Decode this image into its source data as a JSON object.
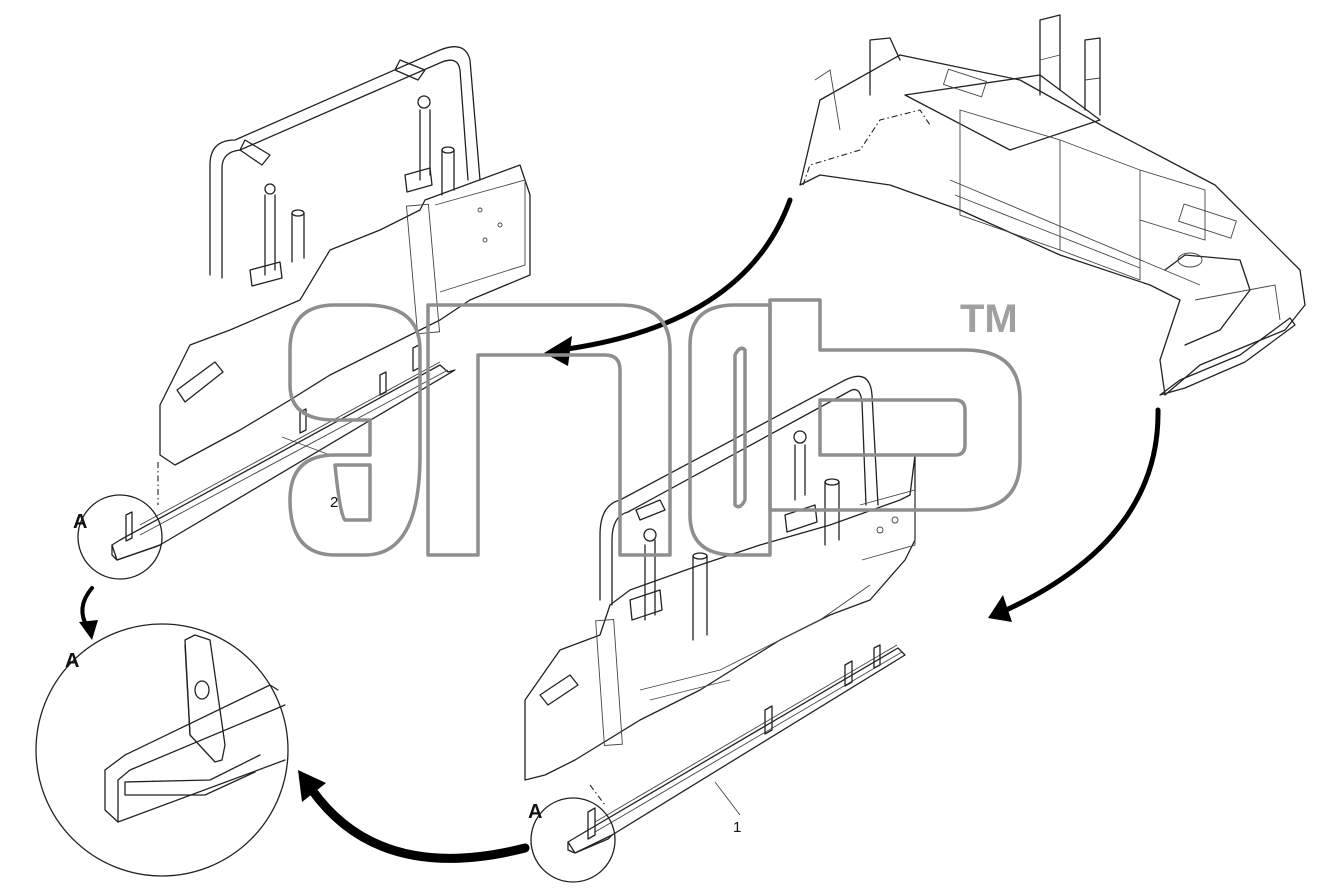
{
  "labels": {
    "detail_a_main": "A",
    "detail_a_left": "A",
    "detail_a_zoom": "A",
    "part_1": "1",
    "part_2": "2"
  },
  "watermark": {
    "trademark": "TM"
  },
  "colors": {
    "line": "#222222",
    "arrow": "#000000",
    "watermark": "#8e8e8e",
    "background": "#ffffff"
  }
}
